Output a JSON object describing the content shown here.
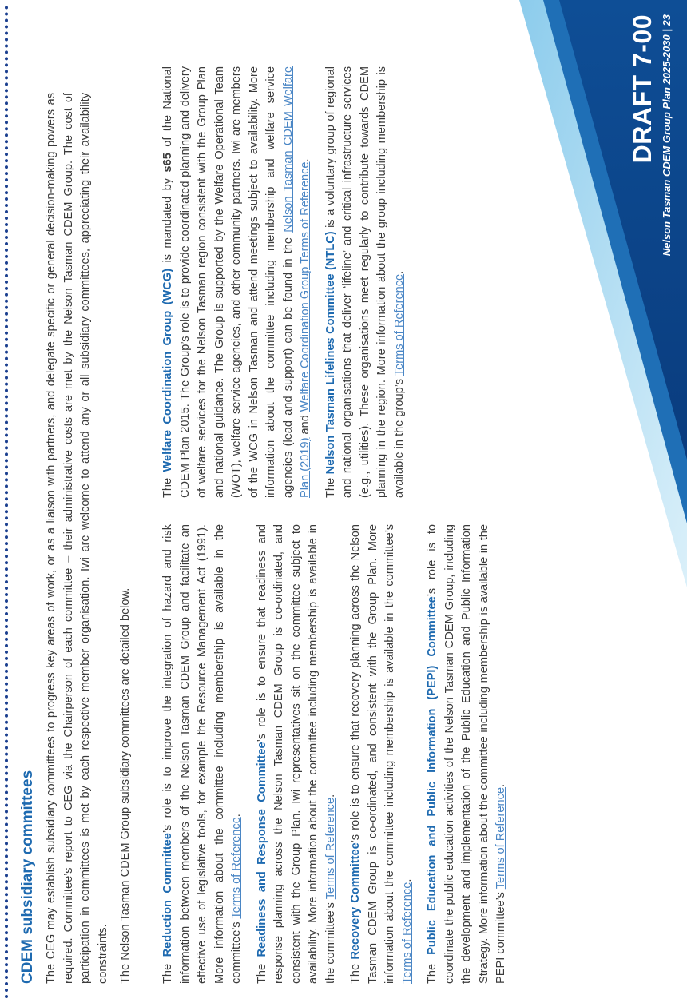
{
  "heading": "CDEM subsidiary committees",
  "intro": {
    "p1": "The CEG may establish subsidiary committees to progress key areas of work, or as a liaison with partners, and delegate specific or general decision-making powers as required. Committee’s report to CEG via the Chairperson of each committee – their administrative costs are met by the Nelson Tasman CDEM Group. The cost of participation in committees is met by each respective member organisation. Iwi are welcome to attend any or all subsidiary committees, appreciating their availability constraints.",
    "p2": "The Nelson Tasman CDEM Group subsidiary committees are detailed below."
  },
  "left_column": {
    "reduction": {
      "pre": "The ",
      "term": "Reduction Committee",
      "body": "’s role is to improve the integration of hazard and risk information between members of the Nelson Tasman CDEM Group and facilitate an effective use of legislative tools, for example the Resource Management Act (1991). More information about the committee including membership is available in the committee’s ",
      "link": "Terms of Reference",
      "post": "."
    },
    "readiness": {
      "pre": "The ",
      "term": "Readiness and Response Committee",
      "body": "’s role is to ensure that readiness and response planning across the Nelson Tasman CDEM Group is co-ordinated, and consistent with the Group Plan. Iwi representatives sit on the committee subject to availability. More information about the committee including membership is available in the committee’s ",
      "link": "Terms of Reference",
      "post": "."
    },
    "recovery": {
      "pre": "The ",
      "term": "Recovery Committee",
      "body": "’s role is to ensure that recovery planning across the Nelson Tasman CDEM Group is co-ordinated, and consistent with the Group Plan. More information about the committee including membership is available in the committee’s ",
      "link": "Terms of Reference",
      "post": "."
    },
    "pepi": {
      "pre": "The ",
      "term": "Public Education and Public Information (PEPI) Committee",
      "body": "’s role is to coordinate the public education activities of the Nelson Tasman CDEM Group, including the development and implementation of the Public Education and Public Information Strategy. More information about the committee including membership is available in the PEPI committee’s ",
      "link": "Terms of Reference",
      "post": "."
    }
  },
  "right_column": {
    "wcg": {
      "pre": "The ",
      "term": "Welfare Coordination Group (WCG)",
      "body1": " is mandated by ",
      "s65": "s65",
      "body2": " of the National CDEM Plan 2015. The Group’s role is to provide coordinated planning and delivery of welfare services for the Nelson Tasman region consistent with the Group Plan and national guidance. The Group is supported by the Welfare Operational Team (WOT), welfare service agencies, and other community partners. Iwi are members of the WCG in Nelson Tasman and attend meetings subject to availability. More information about the committee including membership and welfare service agencies (lead and support) can be found in the ",
      "link1": "Nelson Tasman CDEM Welfare Plan (2019)",
      "mid": " and ",
      "link2": "Welfare Coordination Group Terms of Reference",
      "post": "."
    },
    "ntlc": {
      "pre": "The ",
      "term": "Nelson Tasman Lifelines Committee (NTLC)",
      "body": " is a voluntary group of regional and national organisations that deliver ‘lifeline’ and critical infrastructure services (e.g., utilities). These organisations meet regularly to contribute towards CDEM planning in the region. More information about the group including membership is available in the group’s ",
      "link": "Terms of Reference",
      "post": "."
    }
  },
  "footer": {
    "draft": "DRAFT 7-00",
    "line": "Nelson Tasman CDEM Group Plan 2025-2030 | 23"
  },
  "colors": {
    "heading_blue": "#1e6ab0",
    "link_blue": "#4a86c5",
    "banner_dark": "#0d3f80",
    "banner_light": "#8fd0ef"
  }
}
